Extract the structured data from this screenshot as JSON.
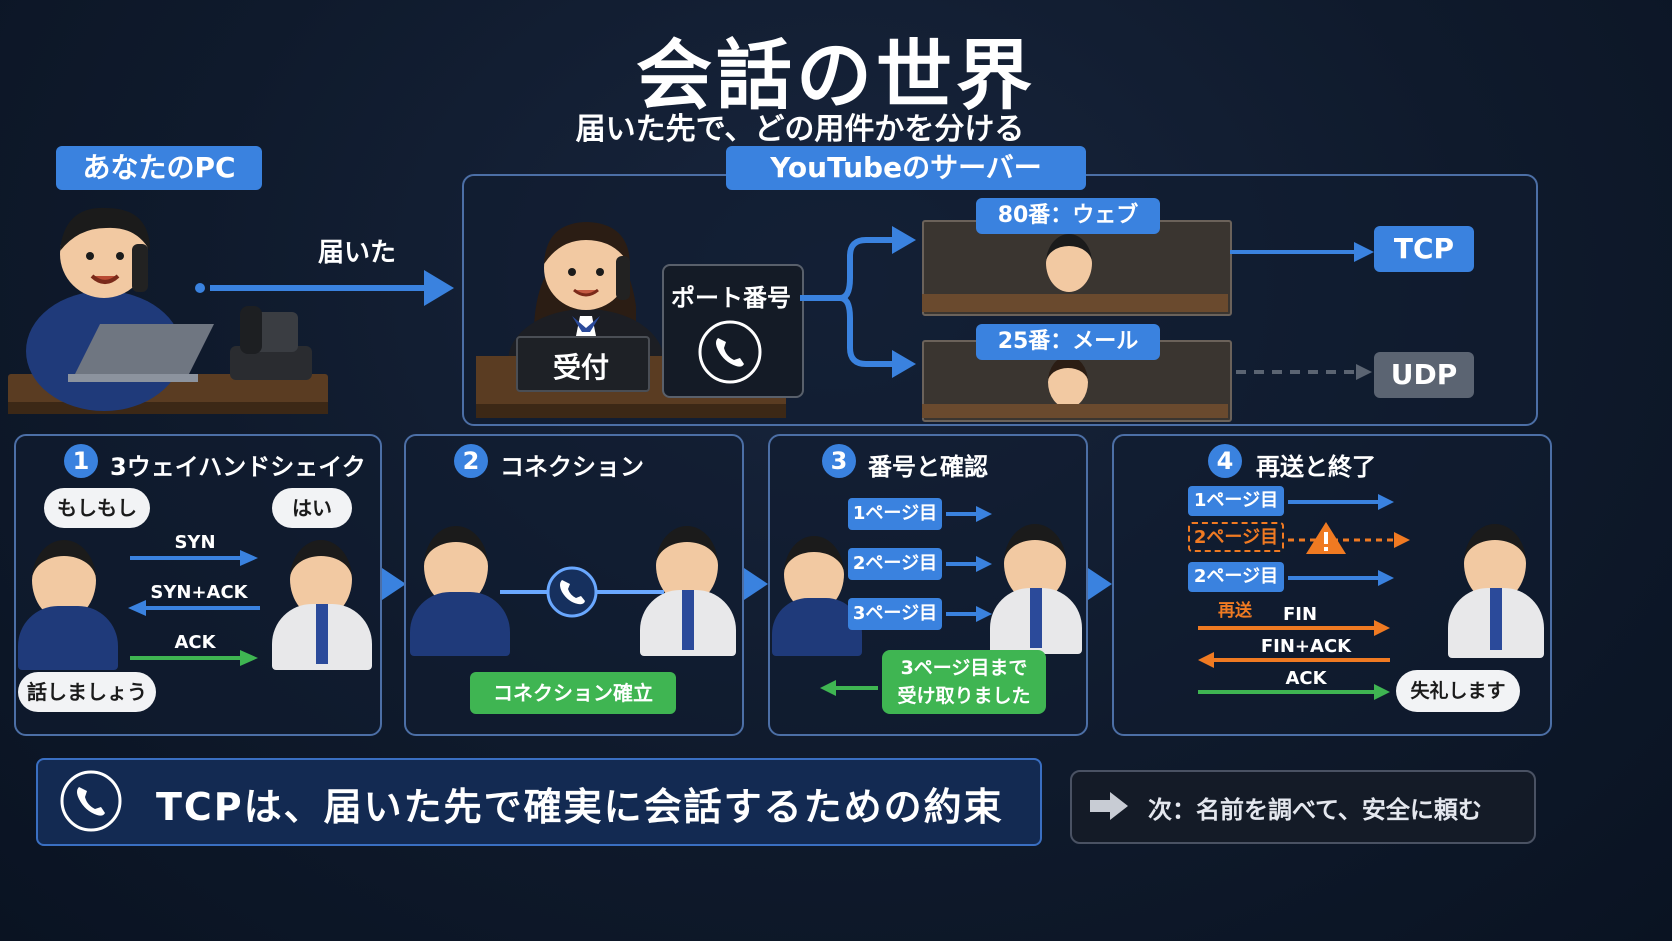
{
  "header": {
    "title": "会話の世界",
    "subtitle": "届いた先で、どの用件かを分ける"
  },
  "top": {
    "your_pc_label": "あなたのPC",
    "arrived_label": "届いた",
    "server_label": "YouTubeのサーバー",
    "reception_label": "受付",
    "port_label": "ポート番号",
    "port80_label": "80番：ウェブ",
    "port25_label": "25番：メール",
    "tcp_label": "TCP",
    "udp_label": "UDP"
  },
  "steps": [
    {
      "num": "1",
      "title": "3ウェイハンドシェイク",
      "bubble_left": "もしもし",
      "bubble_right": "はい",
      "bubble_bottom": "話しましょう",
      "arrows": [
        "SYN",
        "SYN+ACK",
        "ACK"
      ]
    },
    {
      "num": "2",
      "title": "コネクション",
      "status": "コネクション確立"
    },
    {
      "num": "3",
      "title": "番号と確認",
      "pages": [
        "1ページ目",
        "2ページ目",
        "3ページ目"
      ],
      "ack": "3ページ目まで\n受け取りました"
    },
    {
      "num": "4",
      "title": "再送と終了",
      "pages": [
        "1ページ目",
        "2ページ目",
        "2ページ目"
      ],
      "resend": "再送",
      "fin": "FIN",
      "finack": "FIN+ACK",
      "ack": "ACK",
      "bubble": "失礼します"
    }
  ],
  "footer": {
    "main": "TCPは、届いた先で確実に会話するための約束",
    "next": "次：名前を調べて、安全に頼む"
  },
  "colors": {
    "accent": "#3a82df",
    "green": "#3fb552",
    "orange": "#f07a22",
    "udp_gray": "#5b6472"
  }
}
